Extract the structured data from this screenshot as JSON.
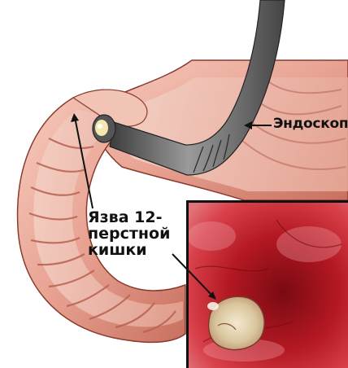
{
  "illustration": {
    "labels": {
      "endoscope": "Эндоскоп",
      "ulcer_line1": "Язва 12-",
      "ulcer_line2": "перстной",
      "ulcer_line3": "кишки"
    },
    "colors": {
      "tissue_light": "#f3c1b3",
      "tissue_mid": "#e59a88",
      "tissue_dark": "#b85a4a",
      "mucosa_red": "#b3121c",
      "endoscope_gray": "#6d6d6d",
      "outline": "#111111"
    },
    "icons": [
      "endoscope-tube-illustration",
      "duodenum-illustration",
      "ulcer-closeup-photo"
    ]
  }
}
